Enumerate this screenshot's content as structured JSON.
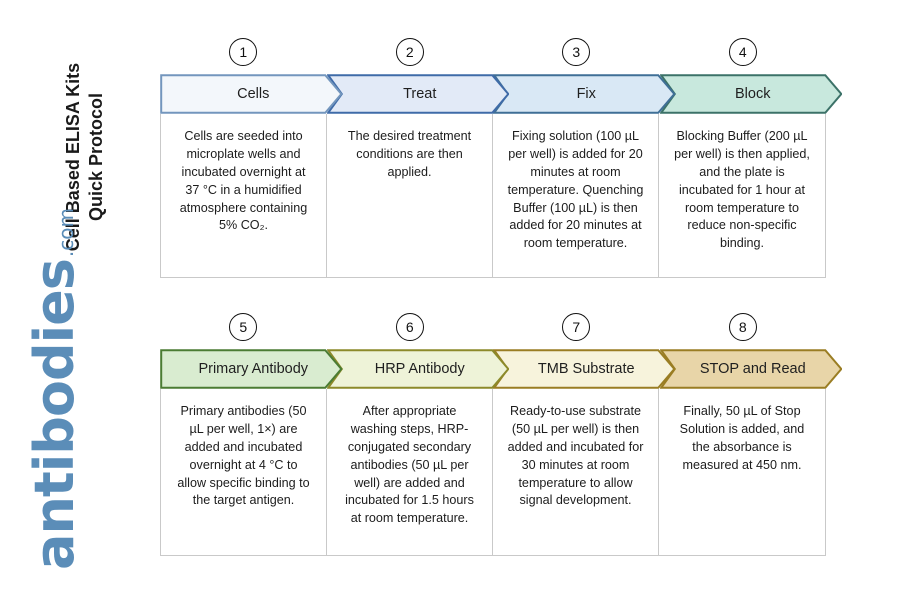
{
  "document": {
    "title_line_1": "Cell Based ELISA Kits",
    "title_line_2": "Quick Protocol"
  },
  "logo": {
    "name": "antibodies",
    "suffix": ".com",
    "color": "#5b8db8"
  },
  "protocol": {
    "rows": [
      {
        "row_id": "row-1",
        "steps": [
          {
            "number": "1",
            "label": "Cells",
            "fill": "#f3f7fb",
            "stroke": "#7396bd",
            "text": "Cells are seeded into microplate wells and incubated overnight at 37 °C in a humidified atmosphere containing 5% CO₂."
          },
          {
            "number": "2",
            "label": "Treat",
            "fill": "#e2eaf7",
            "stroke": "#3f6ba8",
            "text": "The desired treatment conditions are then applied."
          },
          {
            "number": "3",
            "label": "Fix",
            "fill": "#d9e8f5",
            "stroke": "#3f6f96",
            "text": "Fixing solution (100 µL per well) is added for 20 minutes at room temperature. Quenching Buffer (100 µL) is then added for 20 minutes at room temperature."
          },
          {
            "number": "4",
            "label": "Block",
            "fill": "#c8e8dd",
            "stroke": "#3c7268",
            "text": "Blocking Buffer (200 µL per well) is then applied, and the plate is incubated for 1 hour at room temperature to reduce non-specific binding."
          }
        ]
      },
      {
        "row_id": "row-2",
        "steps": [
          {
            "number": "5",
            "label": "Primary Antibody",
            "fill": "#d9ecd0",
            "stroke": "#4b7c33",
            "text": "Primary antibodies (50 µL per well, 1×) are added and incubated overnight at 4 °C to allow specific binding to the target antigen."
          },
          {
            "number": "6",
            "label": "HRP Antibody",
            "fill": "#eef3d8",
            "stroke": "#8c8a2a",
            "text": "After appropriate washing steps, HRP-conjugated secondary antibodies (50 µL per well) are added and incubated for 1.5 hours at room temperature."
          },
          {
            "number": "7",
            "label": "TMB Substrate",
            "fill": "#f7f3dc",
            "stroke": "#9a7d23",
            "text": "Ready-to-use substrate (50 µL per well) is then added and incubated for 30 minutes at room temperature to allow signal development."
          },
          {
            "number": "8",
            "label": "STOP and Read",
            "fill": "#e8d5a8",
            "stroke": "#9a7d23",
            "text": "Finally, 50 µL of Stop Solution is added, and the absorbance is measured at 450 nm."
          }
        ]
      }
    ]
  }
}
